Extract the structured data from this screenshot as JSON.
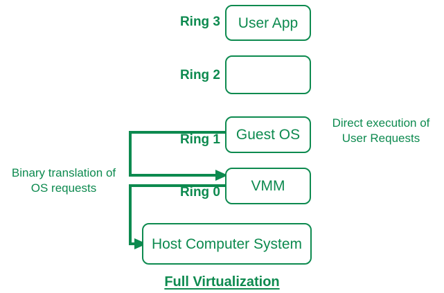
{
  "diagram": {
    "title": "Full Virtualization",
    "accent_color": "#0d8a4f",
    "background_color": "#ffffff"
  },
  "rings": [
    {
      "label": "Ring 3",
      "box_text": "User App"
    },
    {
      "label": "Ring 2",
      "box_text": ""
    },
    {
      "label": "Ring 1",
      "box_text": "Guest OS"
    },
    {
      "label": "Ring 0",
      "box_text": "VMM"
    }
  ],
  "host": {
    "box_text": "Host Computer System"
  },
  "annotations": {
    "left": "Binary translation of\nOS requests",
    "right": "Direct execution of\nUser Requests"
  },
  "connectors": [
    {
      "name": "guest-os-to-vmm",
      "from": "Guest OS",
      "to": "VMM",
      "label": "Binary translation of OS requests"
    },
    {
      "name": "vmm-to-host",
      "from": "VMM",
      "to": "Host Computer System",
      "label": "Binary translation of OS requests"
    }
  ]
}
